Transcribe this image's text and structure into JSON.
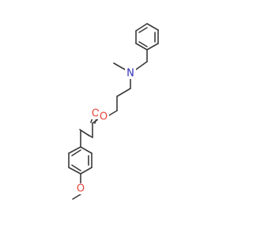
{
  "molecule": {
    "colors": {
      "bond": "#3a3a3a",
      "oxygen": "#e8453c",
      "nitrogen": "#2f2fb5",
      "background": "#ffffff"
    },
    "atom_labels": {
      "nitrogen": "N",
      "ester_carbonyl_oxygen": "O",
      "ester_ether_oxygen": "O",
      "methoxy_oxygen": "O"
    }
  }
}
